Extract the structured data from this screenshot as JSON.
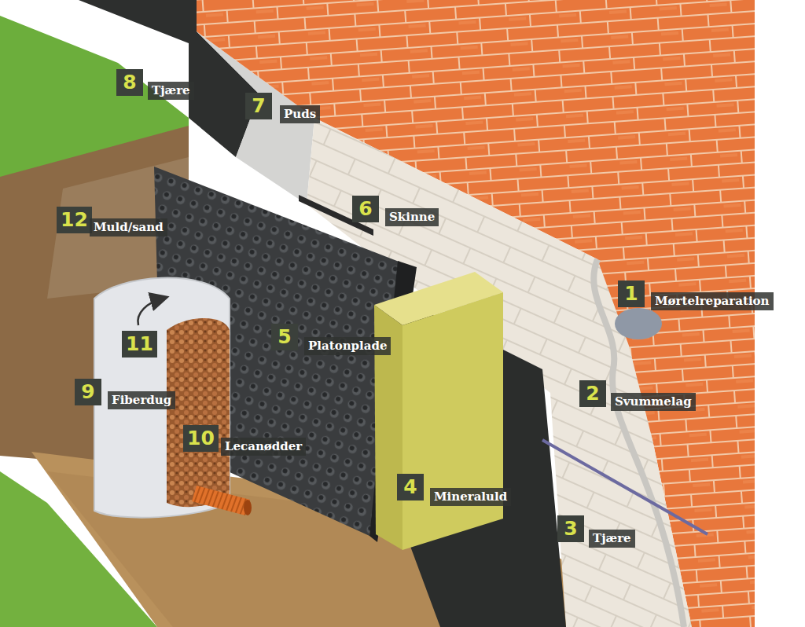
{
  "diagram": {
    "labels": [
      "8",
      "Tjære",
      "7",
      "Puds",
      "6",
      "Skinne",
      "12",
      "Muld/sand",
      "1",
      "Mørtelreparation",
      "5",
      "Platonplade",
      "11",
      "2",
      "Svummelag",
      "9",
      "Fiberdug",
      "10",
      "Lecanødder",
      "4",
      "Mineraluld",
      "3",
      "Tjære"
    ]
  }
}
